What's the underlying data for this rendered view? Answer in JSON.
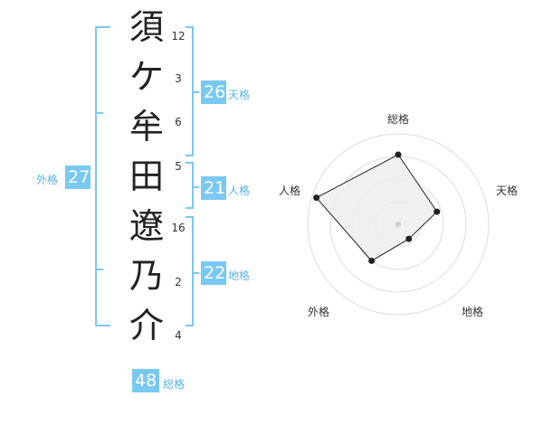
{
  "characters": [
    {
      "char": "須",
      "strokes": "12"
    },
    {
      "char": "ケ",
      "strokes": "3"
    },
    {
      "char": "牟",
      "strokes": "6"
    },
    {
      "char": "田",
      "strokes": "5"
    },
    {
      "char": "遼",
      "strokes": "16"
    },
    {
      "char": "乃",
      "strokes": "2"
    },
    {
      "char": "介",
      "strokes": "4"
    }
  ],
  "kaku": {
    "tenkaku": {
      "value": "26",
      "label": "天格"
    },
    "jinkaku": {
      "value": "21",
      "label": "人格"
    },
    "chikaku": {
      "value": "22",
      "label": "地格"
    },
    "gaikaku": {
      "value": "27",
      "label": "外格"
    },
    "soukaku": {
      "value": "48",
      "label": "総格"
    }
  },
  "radar": {
    "axes": [
      "総格",
      "天格",
      "地格",
      "外格",
      "人格"
    ],
    "values": [
      0.77,
      0.45,
      0.2,
      0.5,
      0.95
    ],
    "rings": 4,
    "fill": "#eeeeee",
    "stroke": "#222222",
    "ring_color": "#dddddd"
  },
  "colors": {
    "accent": "#79c9f2",
    "bracket": "#79c9f2"
  }
}
